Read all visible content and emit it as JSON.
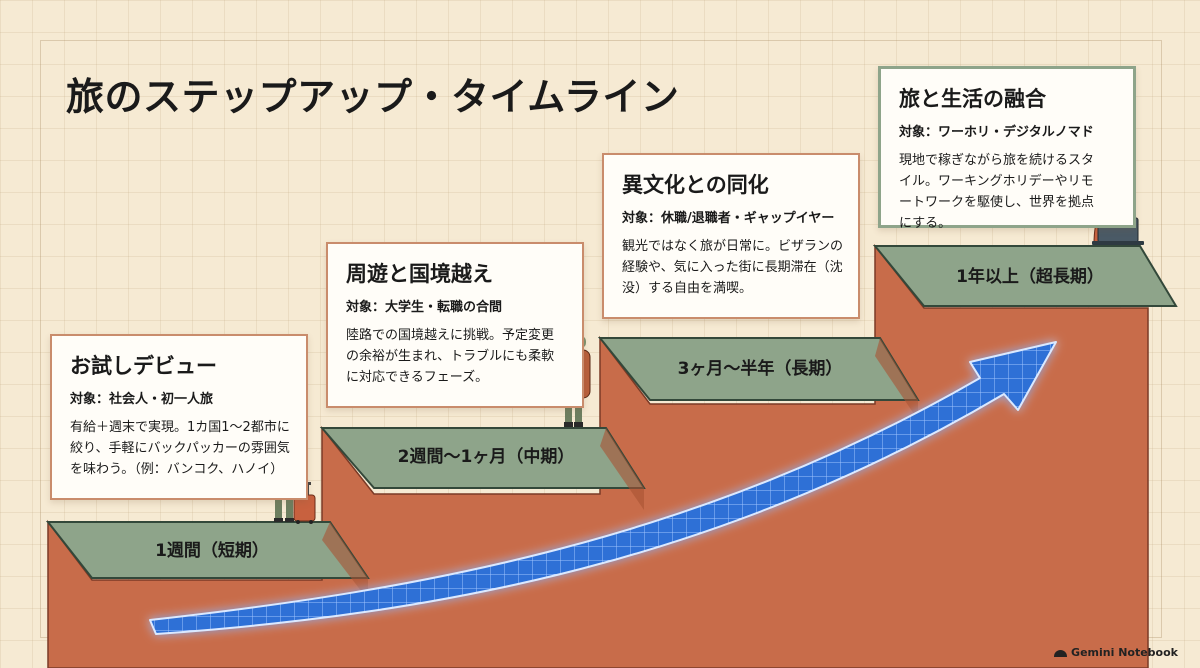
{
  "title": "旅のステップアップ・タイムライン",
  "steps": [
    {
      "period": "1週間（短期）",
      "heading": "お試しデビュー",
      "target": "対象：社会人・初一人旅",
      "description": "有給＋週末で実現。1カ国1〜2都市に絞り、手軽にバックパッカーの雰囲気を味わう。（例：バンコク、ハノイ）"
    },
    {
      "period": "2週間〜1ヶ月（中期）",
      "heading": "周遊と国境越え",
      "target": "対象：大学生・転職の合間",
      "description": "陸路での国境越えに挑戦。予定変更の余裕が生まれ、トラブルにも柔軟に対応できるフェーズ。"
    },
    {
      "period": "3ヶ月〜半年（長期）",
      "heading": "異文化との同化",
      "target": "対象：休職/退職者・ギャップイヤー",
      "description": "観光ではなく旅が日常に。ビザランの経験や、気に入った街に長期滞在（沈没）する自由を満喫。"
    },
    {
      "period": "1年以上（超長期）",
      "heading": "旅と生活の融合",
      "target": "対象：ワーホリ・デジタルノマド",
      "description": "現地で稼ぎながら旅を続けるスタイル。ワーキングホリデーやリモートワークを駆使し、世界を拠点にする。"
    }
  ],
  "branding": {
    "label": "Gemini Notebook",
    "icon": "gemini-notebook-icon"
  },
  "colors": {
    "background": "#f6ead3",
    "step_top": "#8ea48a",
    "step_side": "#c86c4a",
    "card_border": "#c98c6c",
    "arrow": "#2f6fd6"
  },
  "icons": [
    "businessman-icon",
    "suitcase-icon",
    "backpacker-icon",
    "remote-worker-icon",
    "laptop-icon",
    "growth-arrow-icon"
  ]
}
